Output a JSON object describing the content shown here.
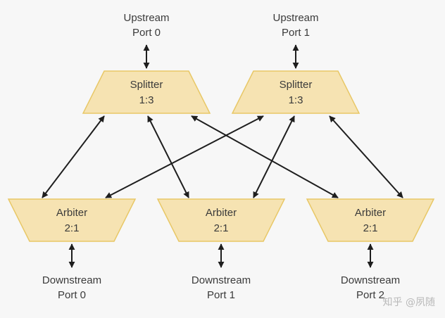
{
  "splitters": [
    {
      "name": "Splitter",
      "ratio": "1:3"
    },
    {
      "name": "Splitter",
      "ratio": "1:3"
    }
  ],
  "arbiters": [
    {
      "name": "Arbiter",
      "ratio": "2:1"
    },
    {
      "name": "Arbiter",
      "ratio": "2:1"
    },
    {
      "name": "Arbiter",
      "ratio": "2:1"
    }
  ],
  "upstream_ports": [
    {
      "line1": "Upstream",
      "line2": "Port 0"
    },
    {
      "line1": "Upstream",
      "line2": "Port 1"
    }
  ],
  "downstream_ports": [
    {
      "line1": "Downstream",
      "line2": "Port 0"
    },
    {
      "line1": "Downstream",
      "line2": "Port 1"
    },
    {
      "line1": "Downstream",
      "line2": "Port 2"
    }
  ],
  "watermark": "知乎 @夙随",
  "colors": {
    "shape_fill": "#f6e3b2",
    "shape_stroke": "#e8c766",
    "arrow": "#1e1e1e",
    "text": "#3a3a3a",
    "background": "#f7f7f7"
  }
}
